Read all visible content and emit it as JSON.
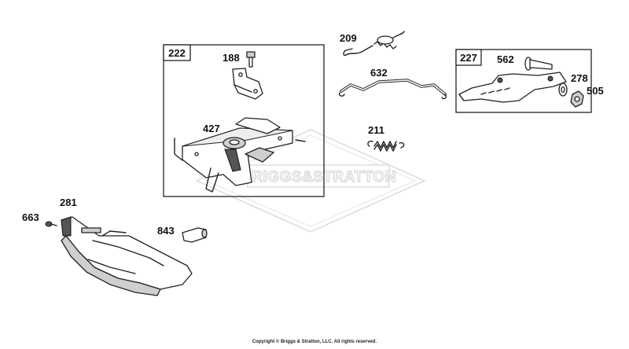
{
  "watermark": {
    "brand_text": "BRIGGS&STRATTON"
  },
  "callout_boxes": [
    {
      "id": "box-222",
      "label": "222"
    },
    {
      "id": "box-227",
      "label": "227"
    }
  ],
  "part_labels": {
    "p188": "188",
    "p427": "427",
    "p209": "209",
    "p632": "632",
    "p211": "211",
    "p562": "562",
    "p278": "278",
    "p505": "505",
    "p281": "281",
    "p663": "663",
    "p843": "843"
  },
  "footer": {
    "copyright": "Copyright © Briggs & Stratton, LLC. All rights reserved."
  }
}
